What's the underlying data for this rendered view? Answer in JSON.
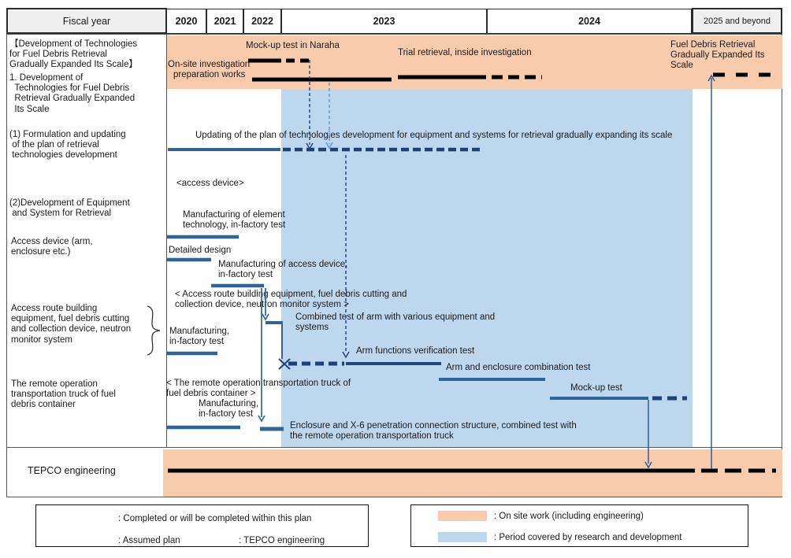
{
  "header": {
    "fiscal_year_label": "Fiscal year",
    "years": [
      "2020",
      "2021",
      "2022",
      "2023",
      "2024"
    ],
    "beyond_label": "2025 and beyond"
  },
  "left_column": {
    "dev_title": "【Development of Technologies\nfor Fuel Debris Retrieval\nGradually Expanded Its Scale】",
    "item1": "1. Development of\n  Technologies for Fuel Debris\n  Retrieval Gradually Expanded\n  Its Scale",
    "item1_1": "(1) Formulation and updating\n of the plan of retrieval\n technologies development",
    "item1_2": "(2)Development of Equipment\n and System for Retrieval",
    "access_device": "Access device (arm,\nenclosure etc.)",
    "access_route": "Access route building\nequipment, fuel debris cutting\nand collection device, neutron\nmonitor system",
    "remote_truck": "The remote operation\ntransportation truck of fuel\ndebris container",
    "tepco_row_label": "TEPCO engineering"
  },
  "top_band": {
    "mockup_naraha": "Mock-up test in Naraha",
    "onsite_line1": "On-site investigation",
    "onsite_line2": "preparation works",
    "trial_retrieval": "Trial retrieval, inside investigation",
    "fuel_debris_expand": "Fuel Debris Retrieval\nGradually Expanded Its\nScale"
  },
  "chart_labels": {
    "updating_plan": "Updating of the plan of technologies development for equipment and systems for retrieval gradually expanding its scale",
    "access_device_heading": "<access device>",
    "mfg_element": "Manufacturing of element\ntechnology, in-factory test",
    "detailed_design": "Detailed design",
    "mfg_access_device": "Manufacturing of access device,\nin-factory test",
    "route_heading": "< Access route building equipment, fuel debris cutting and\ncollection device, neutron monitor system >",
    "combined_test": "Combined test of arm with various equipment and\nsystems",
    "mfg_infactory_1": "Manufacturing,\nin-factory test",
    "arm_verification": "Arm functions verification test",
    "arm_enclosure": "Arm and enclosure combination test",
    "mockup_test": "Mock-up test",
    "truck_heading": "< The remote operation transportation truck of\nfuel debris container >",
    "mfg_infactory_2": "Manufacturing,\nin-factory test",
    "enclosure_x6": "Enclosure and X-6 penetration connection structure, combined test with\nthe remote operation transportation truck"
  },
  "legend": {
    "completed": ": Completed or will be completed within this plan",
    "assumed": ": Assumed plan",
    "tepco": ": TEPCO engineering",
    "onsite": ": On site work (including engineering)",
    "rd_period": ": Period covered by research and development"
  },
  "colors": {
    "onsite_band": "#F8CBAD",
    "rd_band": "#BDD7EE",
    "bar_solid_blue": "#2E6496",
    "bar_dashed_navy": "#1F4077",
    "bar_black": "#000000",
    "light_blue_arrow": "#5B9BD5",
    "header_fill": "#EFEFEF"
  }
}
